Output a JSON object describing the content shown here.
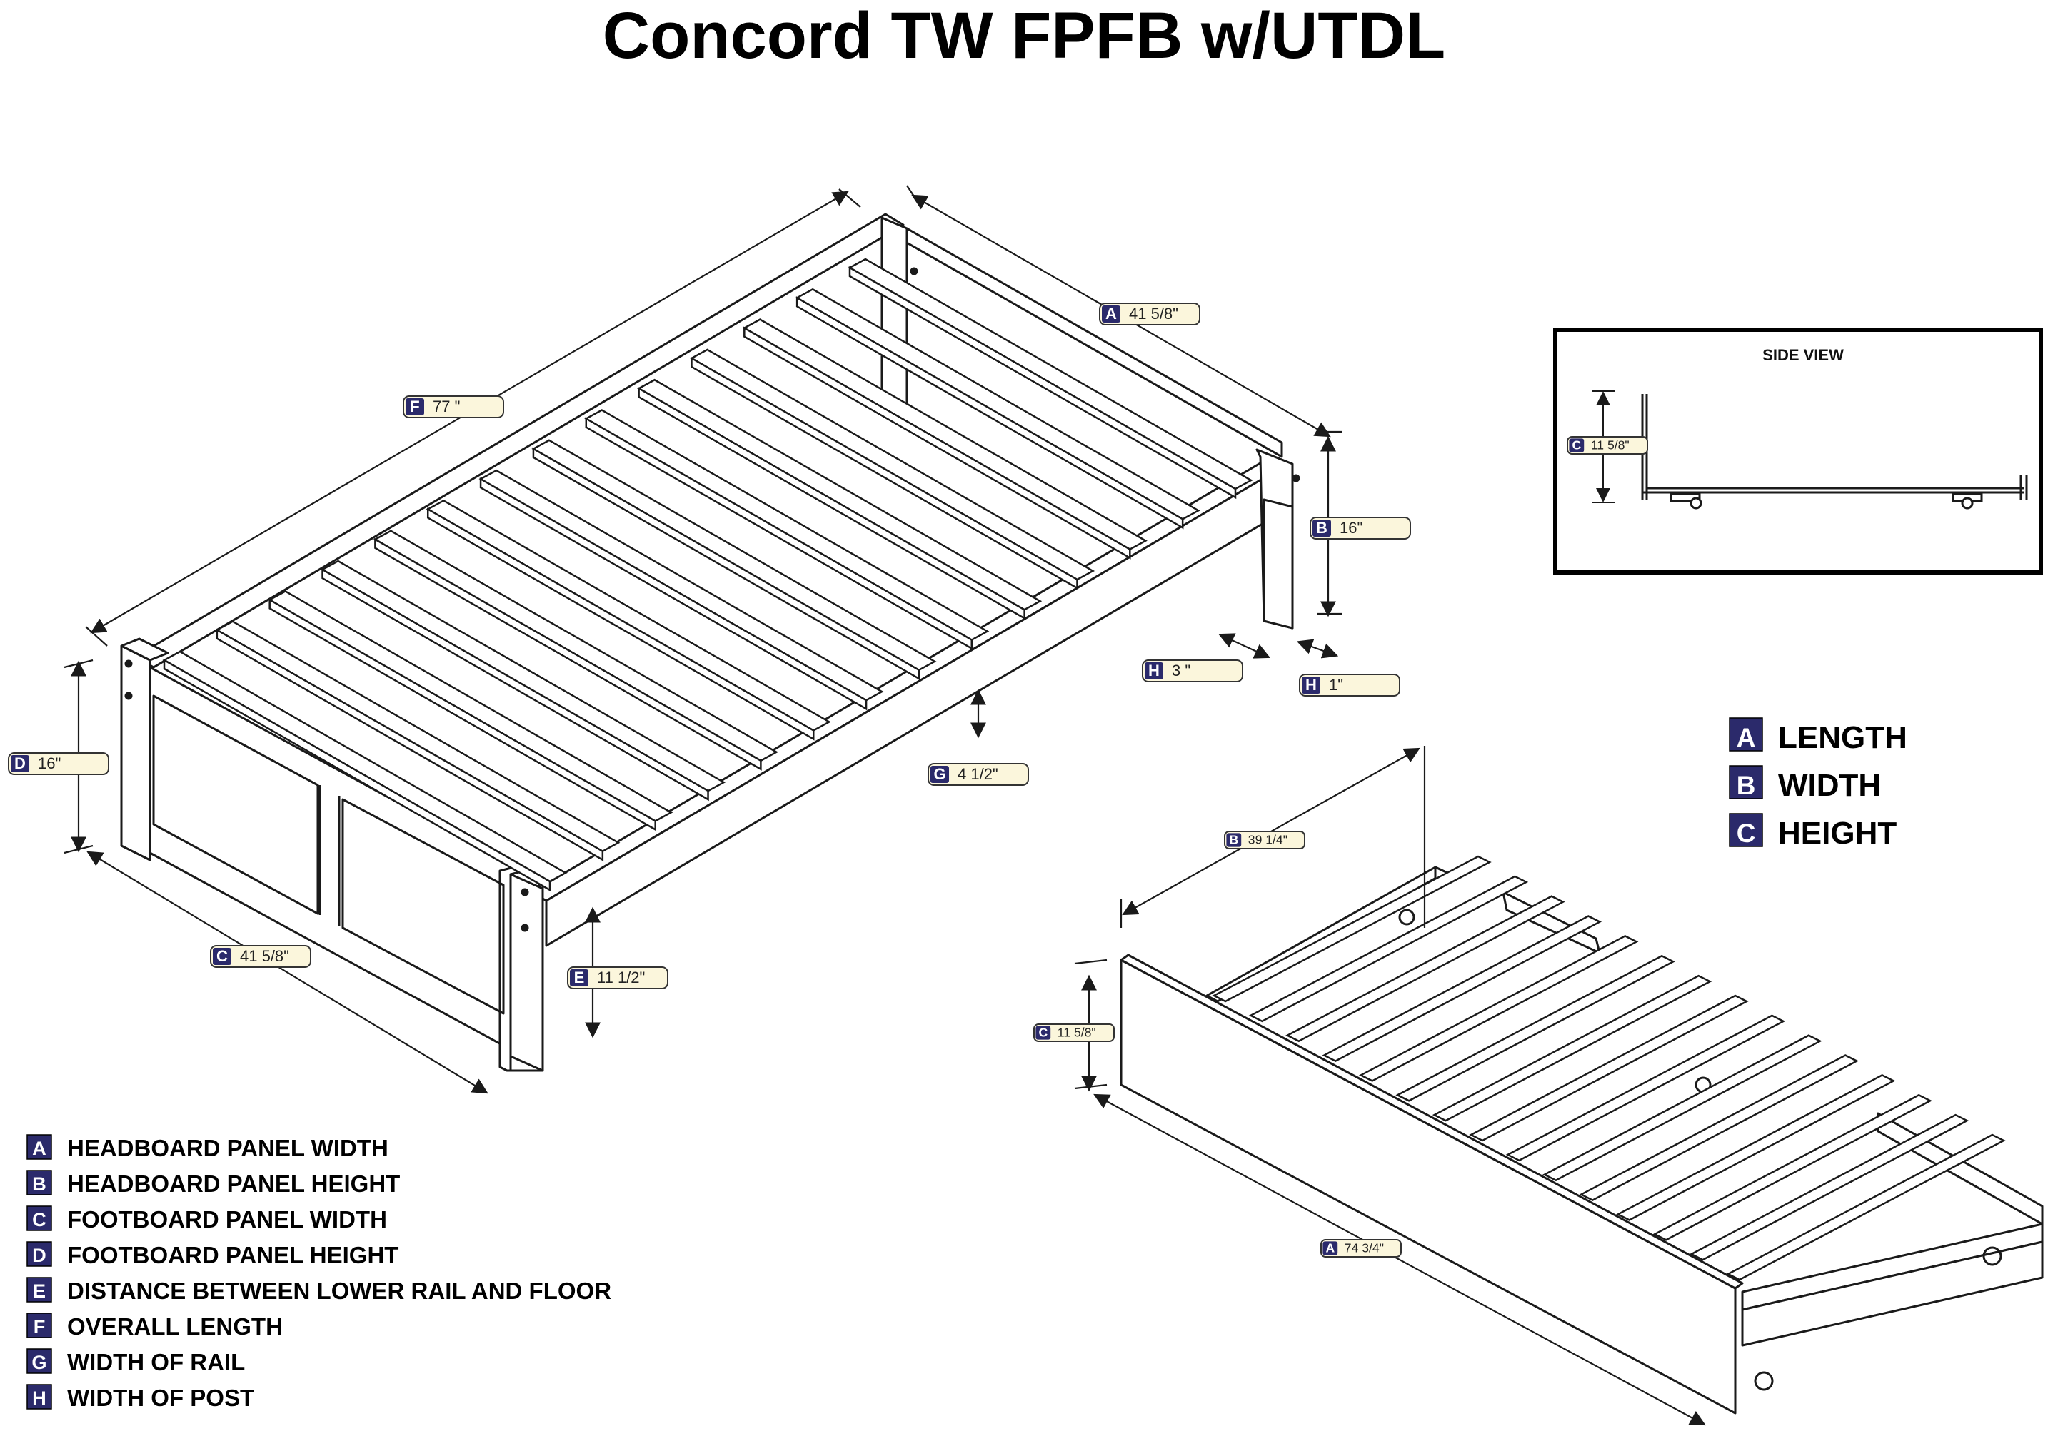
{
  "title": "Concord TW FPFB w/UTDL",
  "side_view_title": "SIDE VIEW",
  "callouts": {
    "bed_A": {
      "letter": "A",
      "value": "41 5/8\""
    },
    "bed_F": {
      "letter": "F",
      "value": "77 \""
    },
    "bed_B": {
      "letter": "B",
      "value": "16\""
    },
    "bed_H1": {
      "letter": "H",
      "value": "3 \""
    },
    "bed_H2": {
      "letter": "H",
      "value": "1\""
    },
    "bed_G": {
      "letter": "G",
      "value": "4 1/2\""
    },
    "bed_D": {
      "letter": "D",
      "value": "16\""
    },
    "bed_C": {
      "letter": "C",
      "value": "41 5/8\""
    },
    "bed_E": {
      "letter": "E",
      "value": "11 1/2\""
    },
    "side_C": {
      "letter": "C",
      "value": "11 5/8\""
    },
    "trundle_B": {
      "letter": "B",
      "value": "39 1/4\""
    },
    "trundle_C": {
      "letter": "C",
      "value": "11 5/8\""
    },
    "trundle_A": {
      "letter": "A",
      "value": "74 3/4\""
    }
  },
  "legend_bed": [
    {
      "letter": "A",
      "label": "HEADBOARD PANEL WIDTH"
    },
    {
      "letter": "B",
      "label": "HEADBOARD PANEL HEIGHT"
    },
    {
      "letter": "C",
      "label": "FOOTBOARD PANEL WIDTH"
    },
    {
      "letter": "D",
      "label": "FOOTBOARD PANEL HEIGHT"
    },
    {
      "letter": "E",
      "label": "DISTANCE BETWEEN LOWER RAIL AND FLOOR"
    },
    {
      "letter": "F",
      "label": "OVERALL LENGTH"
    },
    {
      "letter": "G",
      "label": "WIDTH OF RAIL"
    },
    {
      "letter": "H",
      "label": "WIDTH OF POST"
    }
  ],
  "legend_trundle": [
    {
      "letter": "A",
      "label": "LENGTH"
    },
    {
      "letter": "B",
      "label": "WIDTH"
    },
    {
      "letter": "C",
      "label": "HEIGHT"
    }
  ],
  "colors": {
    "badge": "#2b2a6b",
    "callout_fill": "#fbf6dc",
    "line": "#1a1a1a"
  }
}
